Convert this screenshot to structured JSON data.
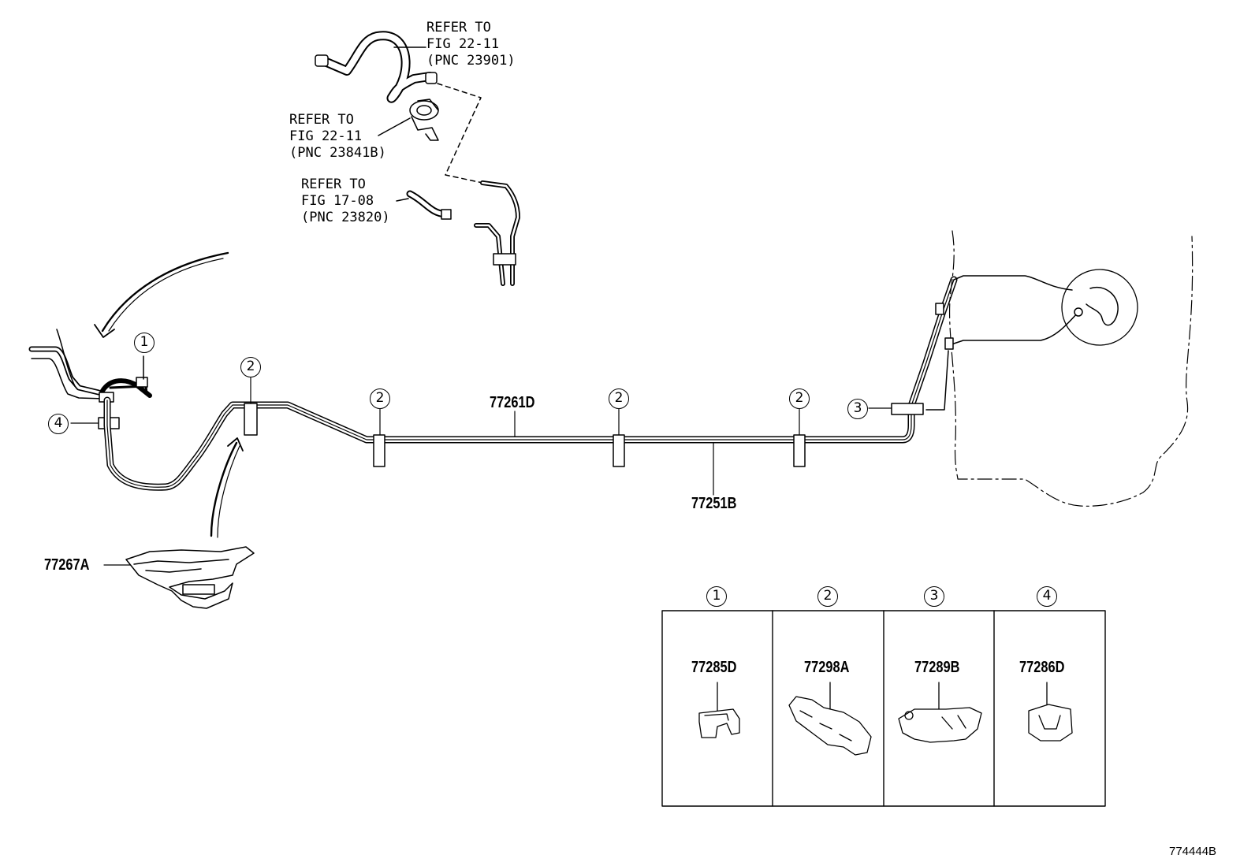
{
  "refs": [
    {
      "lines": [
        "REFER TO",
        "FIG 22-11",
        "(PNC 23901)"
      ]
    },
    {
      "lines": [
        "REFER TO",
        "FIG 22-11",
        "(PNC 23841B)"
      ]
    },
    {
      "lines": [
        "REFER TO",
        "FIG 17-08",
        "(PNC 23820)"
      ]
    }
  ],
  "parts": {
    "p77261D": "77261D",
    "p77251B": "77251B",
    "p77267A": "77267A"
  },
  "callouts": [
    "1",
    "2",
    "3",
    "4"
  ],
  "legend": [
    {
      "num": "1",
      "part": "77285D"
    },
    {
      "num": "2",
      "part": "77298A"
    },
    {
      "num": "3",
      "part": "77289B"
    },
    {
      "num": "4",
      "part": "77286D"
    }
  ],
  "figure_code": "774444B"
}
